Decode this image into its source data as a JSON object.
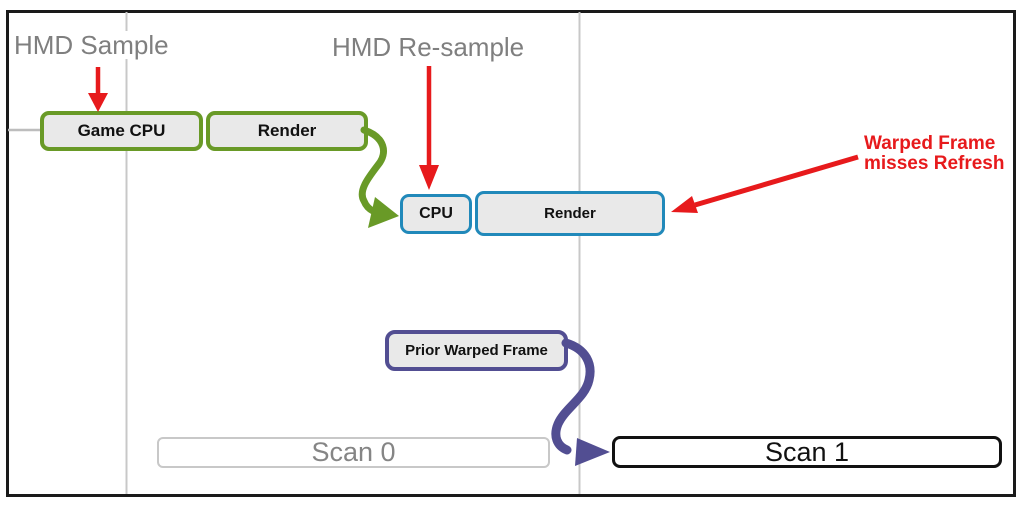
{
  "labels": {
    "hmd_sample": "HMD Sample",
    "hmd_resample": "HMD Re-sample",
    "warped_line1": "Warped Frame",
    "warped_line2": "misses Refresh"
  },
  "boxes": {
    "game_cpu": "Game CPU",
    "render_first": "Render",
    "cpu_resample": "CPU",
    "render_warp": "Render",
    "prior_warped": "Prior Warped Frame"
  },
  "scanout": {
    "scan0": "Scan 0",
    "scan1": "Scan 1"
  },
  "colors": {
    "green": "#699a27",
    "blue": "#2189ba",
    "purple": "#524e92",
    "red": "#e71a1c",
    "box_fill": "#e9e9e9",
    "gridline": "#c8c8c8",
    "muted_text": "#7f7f7f",
    "frame_border": "#1a1a1a"
  }
}
